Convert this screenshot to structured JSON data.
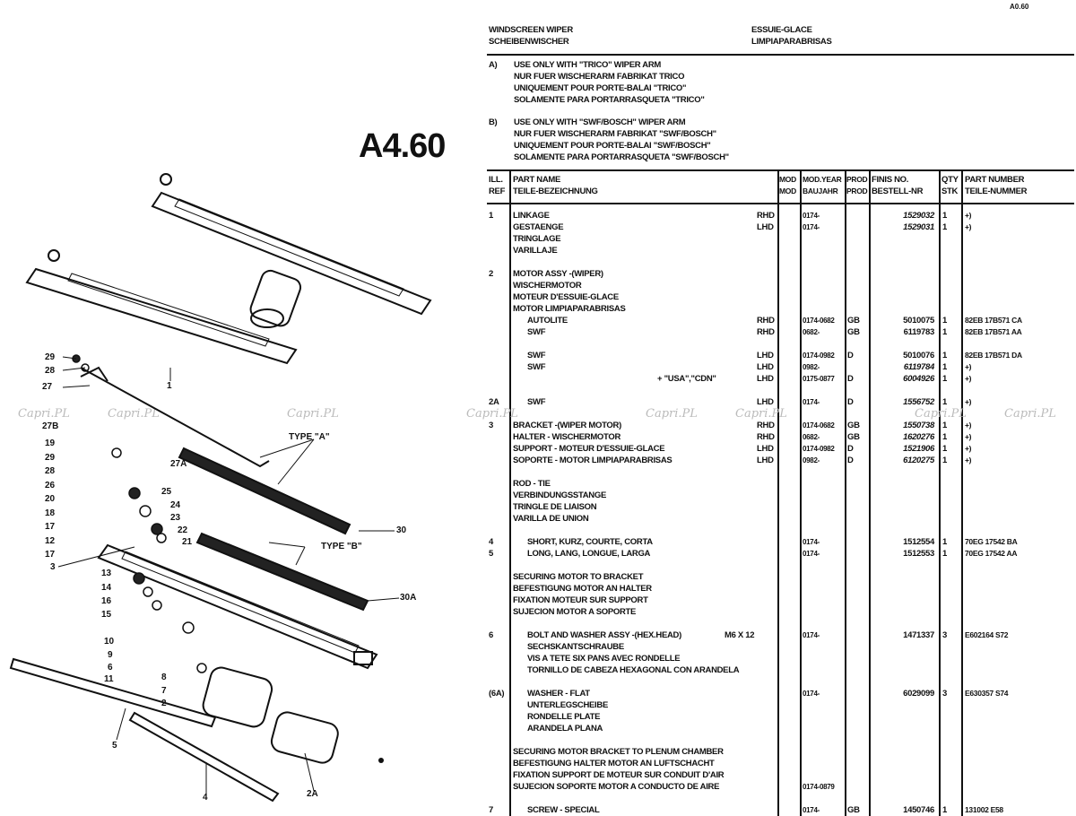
{
  "page_code": "A0.60",
  "diagram_title": "A4.60",
  "watermark": "Capri.PL",
  "section": {
    "title_en": "WINDSCREEN WIPER",
    "title_de": "SCHEIBENWISCHER",
    "title_fr": "ESSUIE-GLACE",
    "title_es": "LIMPIAPARABRISAS"
  },
  "notes": [
    {
      "label": "A)",
      "lines": [
        "USE ONLY WITH \"TRICO\" WIPER ARM",
        "NUR FUER WISCHERARM FABRIKAT TRICO",
        "UNIQUEMENT POUR PORTE-BALAI \"TRICO\"",
        "SOLAMENTE PARA PORTARRASQUETA \"TRICO\""
      ]
    },
    {
      "label": "B)",
      "lines": [
        "USE ONLY WITH \"SWF/BOSCH\" WIPER ARM",
        "NUR FUER WISCHERARM FABRIKAT \"SWF/BOSCH\"",
        "UNIQUEMENT POUR PORTE-BALAI \"SWF/BOSCH\"",
        "SOLAMENTE PARA PORTARRASQUETA \"SWF/BOSCH\""
      ]
    }
  ],
  "table_header": {
    "ref": [
      "ILL.",
      "REF"
    ],
    "name": [
      "PART NAME",
      "TEILE-BEZEICHNUNG"
    ],
    "mod": [
      "MOD",
      "MOD"
    ],
    "year": [
      "MOD.YEAR",
      "BAUJAHR"
    ],
    "prod": [
      "PROD",
      "PROD"
    ],
    "finis": [
      "FINIS NO.",
      "BESTELL-NR"
    ],
    "qty": [
      "QTY",
      "STK"
    ],
    "part": [
      "PART NUMBER",
      "TEILE-NUMMER"
    ]
  },
  "rows": [
    {
      "ref": "1",
      "name": "LINKAGE",
      "side": "RHD",
      "year": "0174-",
      "finis": "1529032",
      "it": true,
      "qty": "1",
      "part": "+)"
    },
    {
      "name": "GESTAENGE",
      "side": "LHD",
      "year": "0174-",
      "finis": "1529031",
      "it": true,
      "qty": "1",
      "part": "+)"
    },
    {
      "name": "TRINGLAGE"
    },
    {
      "name": "VARILLAJE"
    },
    {},
    {
      "ref": "2",
      "name": "MOTOR ASSY -(WIPER)"
    },
    {
      "name": "WISCHERMOTOR"
    },
    {
      "name": "MOTEUR D'ESSUIE-GLACE"
    },
    {
      "name": "MOTOR LIMPIAPARABRISAS"
    },
    {
      "name": "AUTOLITE",
      "ind": true,
      "side": "RHD",
      "year": "0174-0682",
      "prod": "GB",
      "finis": "5010075",
      "qty": "1",
      "part": "82EB 17B571 CA"
    },
    {
      "name": "SWF",
      "ind": true,
      "side": "RHD",
      "year": "0682-",
      "prod": "GB",
      "finis": "6119783",
      "qty": "1",
      "part": "82EB 17B571 AA"
    },
    {},
    {
      "name": "SWF",
      "ind": true,
      "side": "LHD",
      "year": "0174-0982",
      "prod": "D",
      "finis": "5010076",
      "qty": "1",
      "part": "82EB 17B571 DA"
    },
    {
      "name": "SWF",
      "ind": true,
      "side": "LHD",
      "year": "0982-",
      "finis": "6119784",
      "it": true,
      "qty": "1",
      "part": "+)"
    },
    {
      "note": "+ \"USA\",\"CDN\"",
      "side": "LHD",
      "year": "0175-0877",
      "prod": "D",
      "finis": "6004926",
      "it": true,
      "qty": "1",
      "part": "+)"
    },
    {},
    {
      "ref": "2A",
      "name": "SWF",
      "ind": true,
      "side": "LHD",
      "year": "0174-",
      "prod": "D",
      "finis": "1556752",
      "it": true,
      "qty": "1",
      "part": "+)"
    },
    {},
    {
      "ref": "3",
      "name": "BRACKET -(WIPER MOTOR)",
      "side": "RHD",
      "year": "0174-0682",
      "prod": "GB",
      "finis": "1550738",
      "it": true,
      "qty": "1",
      "part": "+)"
    },
    {
      "name": "HALTER - WISCHERMOTOR",
      "side": "RHD",
      "year": "0682-",
      "prod": "GB",
      "finis": "1620276",
      "it": true,
      "qty": "1",
      "part": "+)"
    },
    {
      "name": "SUPPORT - MOTEUR D'ESSUIE-GLACE",
      "side": "LHD",
      "year": "0174-0982",
      "prod": "D",
      "finis": "1521906",
      "it": true,
      "qty": "1",
      "part": "+)"
    },
    {
      "name": "SOPORTE - MOTOR LIMPIAPARABRISAS",
      "side": "LHD",
      "year": "0982-",
      "prod": "D",
      "finis": "6120275",
      "it": true,
      "qty": "1",
      "part": "+)"
    },
    {},
    {
      "name": "ROD - TIE"
    },
    {
      "name": "VERBINDUNGSSTANGE"
    },
    {
      "name": "TRINGLE DE LIAISON"
    },
    {
      "name": "VARILLA DE UNION"
    },
    {},
    {
      "ref": "4",
      "name": "SHORT, KURZ, COURTE, CORTA",
      "ind": true,
      "year": "0174-",
      "finis": "1512554",
      "qty": "1",
      "part": "70EG 17542 BA"
    },
    {
      "ref": "5",
      "name": "LONG, LANG, LONGUE, LARGA",
      "ind": true,
      "year": "0174-",
      "finis": "1512553",
      "qty": "1",
      "part": "70EG 17542 AA"
    },
    {},
    {
      "name": "SECURING MOTOR TO BRACKET"
    },
    {
      "name": "BEFESTIGUNG MOTOR AN HALTER"
    },
    {
      "name": "FIXATION MOTEUR SUR SUPPORT"
    },
    {
      "name": "SUJECION MOTOR A SOPORTE"
    },
    {},
    {
      "ref": "6",
      "name": "BOLT AND WASHER ASSY -(HEX.HEAD)",
      "ind": true,
      "note": "M6 X 12",
      "year": "0174-",
      "finis": "1471337",
      "qty": "3",
      "part": "E602164 S72"
    },
    {
      "name": "SECHSKANTSCHRAUBE",
      "ind": true
    },
    {
      "name": "VIS A TETE SIX PANS AVEC RONDELLE",
      "ind": true
    },
    {
      "name": "TORNILLO DE CABEZA HEXAGONAL CON ARANDELA",
      "ind": true
    },
    {},
    {
      "ref": "(6A)",
      "name": "WASHER - FLAT",
      "ind": true,
      "year": "0174-",
      "finis": "6029099",
      "qty": "3",
      "part": "E630357 S74"
    },
    {
      "name": "UNTERLEGSCHEIBE",
      "ind": true
    },
    {
      "name": "RONDELLE PLATE",
      "ind": true
    },
    {
      "name": "ARANDELA PLANA",
      "ind": true
    },
    {},
    {
      "name": "SECURING MOTOR BRACKET TO PLENUM CHAMBER"
    },
    {
      "name": "BEFESTIGUNG HALTER MOTOR AN LUFTSCHACHT"
    },
    {
      "name": "FIXATION SUPPORT DE MOTEUR SUR CONDUIT D'AIR"
    },
    {
      "name": "SUJECION SOPORTE MOTOR A CONDUCTO DE AIRE",
      "year": "0174-0879"
    },
    {},
    {
      "ref": "7",
      "name": "SCREW - SPECIAL",
      "ind": true,
      "year": "0174-",
      "prod": "GB",
      "finis": "1450746",
      "qty": "1",
      "part": "131002 E58"
    }
  ],
  "callouts": {
    "c29a": "29",
    "c28a": "28",
    "c27": "27",
    "c27b": "27B",
    "c19": "19",
    "c29b": "29",
    "c28b": "28",
    "c26": "26",
    "c20": "20",
    "c18": "18",
    "c17a": "17",
    "c12": "12",
    "c17b": "17",
    "c3": "3",
    "c13": "13",
    "c14": "14",
    "c16": "16",
    "c15": "15",
    "c10": "10",
    "c9": "9",
    "c6": "6",
    "c11": "11",
    "c8": "8",
    "c7": "7",
    "c2": "2",
    "c5": "5",
    "c4": "4",
    "c2a": "2A",
    "c27a": "27A",
    "c25": "25",
    "c24": "24",
    "c23": "23",
    "c22": "22",
    "c21": "21",
    "c30": "30",
    "c30a": "30A",
    "c1": "1",
    "typeA": "TYPE \"A\"",
    "typeB": "TYPE \"B\""
  }
}
